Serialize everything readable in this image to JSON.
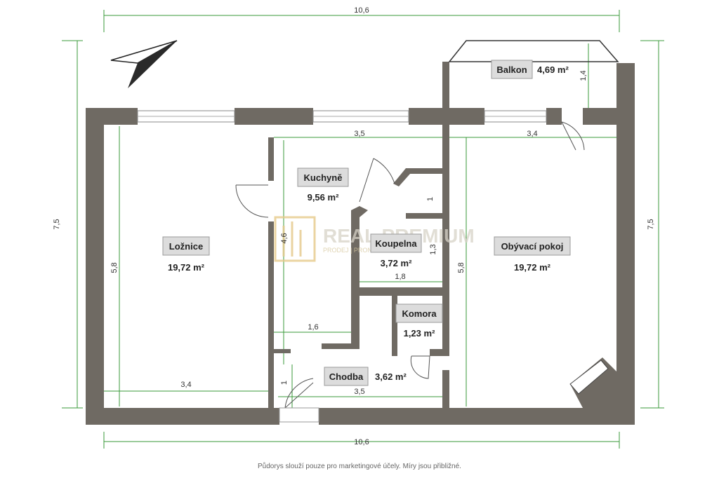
{
  "dimensions": {
    "top_total": "10,6",
    "bottom_total": "10,6",
    "left_total": "7,5",
    "right_total": "7,5",
    "kitchen_width": "3,5",
    "living_width": "3,4",
    "balcony_depth": "1,4",
    "bedroom_height": "5,8",
    "kitchen_height": "4,6",
    "bathroom_side": "1",
    "bathroom_height": "1,3",
    "bathroom_width": "1,8",
    "living_height": "5,8",
    "kitchen_lower": "1,6",
    "bedroom_width": "3,4",
    "hall_height": "1",
    "hall_width": "3,5"
  },
  "rooms": {
    "balkon": {
      "name": "Balkon",
      "area": "4,69 m²"
    },
    "loznice": {
      "name": "Ložnice",
      "area": "19,72 m²"
    },
    "kuchyne": {
      "name": "Kuchyně",
      "area": "9,56 m²"
    },
    "koupelna": {
      "name": "Koupelna",
      "area": "3,72 m²"
    },
    "obyvaci": {
      "name": "Obývací pokoj",
      "area": "19,72 m²"
    },
    "komora": {
      "name": "Komora",
      "area": "1,23 m²"
    },
    "chodba": {
      "name": "Chodba",
      "area": "3,62 m²"
    }
  },
  "watermark": {
    "title": "REAL PREMIUM",
    "subtitle": "PRODEJ | PRONAJEM"
  },
  "footer": "Půdorys slouží pouze pro marketingové účely. Míry jsou přibližné.",
  "colors": {
    "wall": "#6f6a63",
    "dimension_line": "#3a9a3a",
    "label_background": "#dcdcdc"
  },
  "icons": {
    "compass": "north-arrow-icon"
  }
}
